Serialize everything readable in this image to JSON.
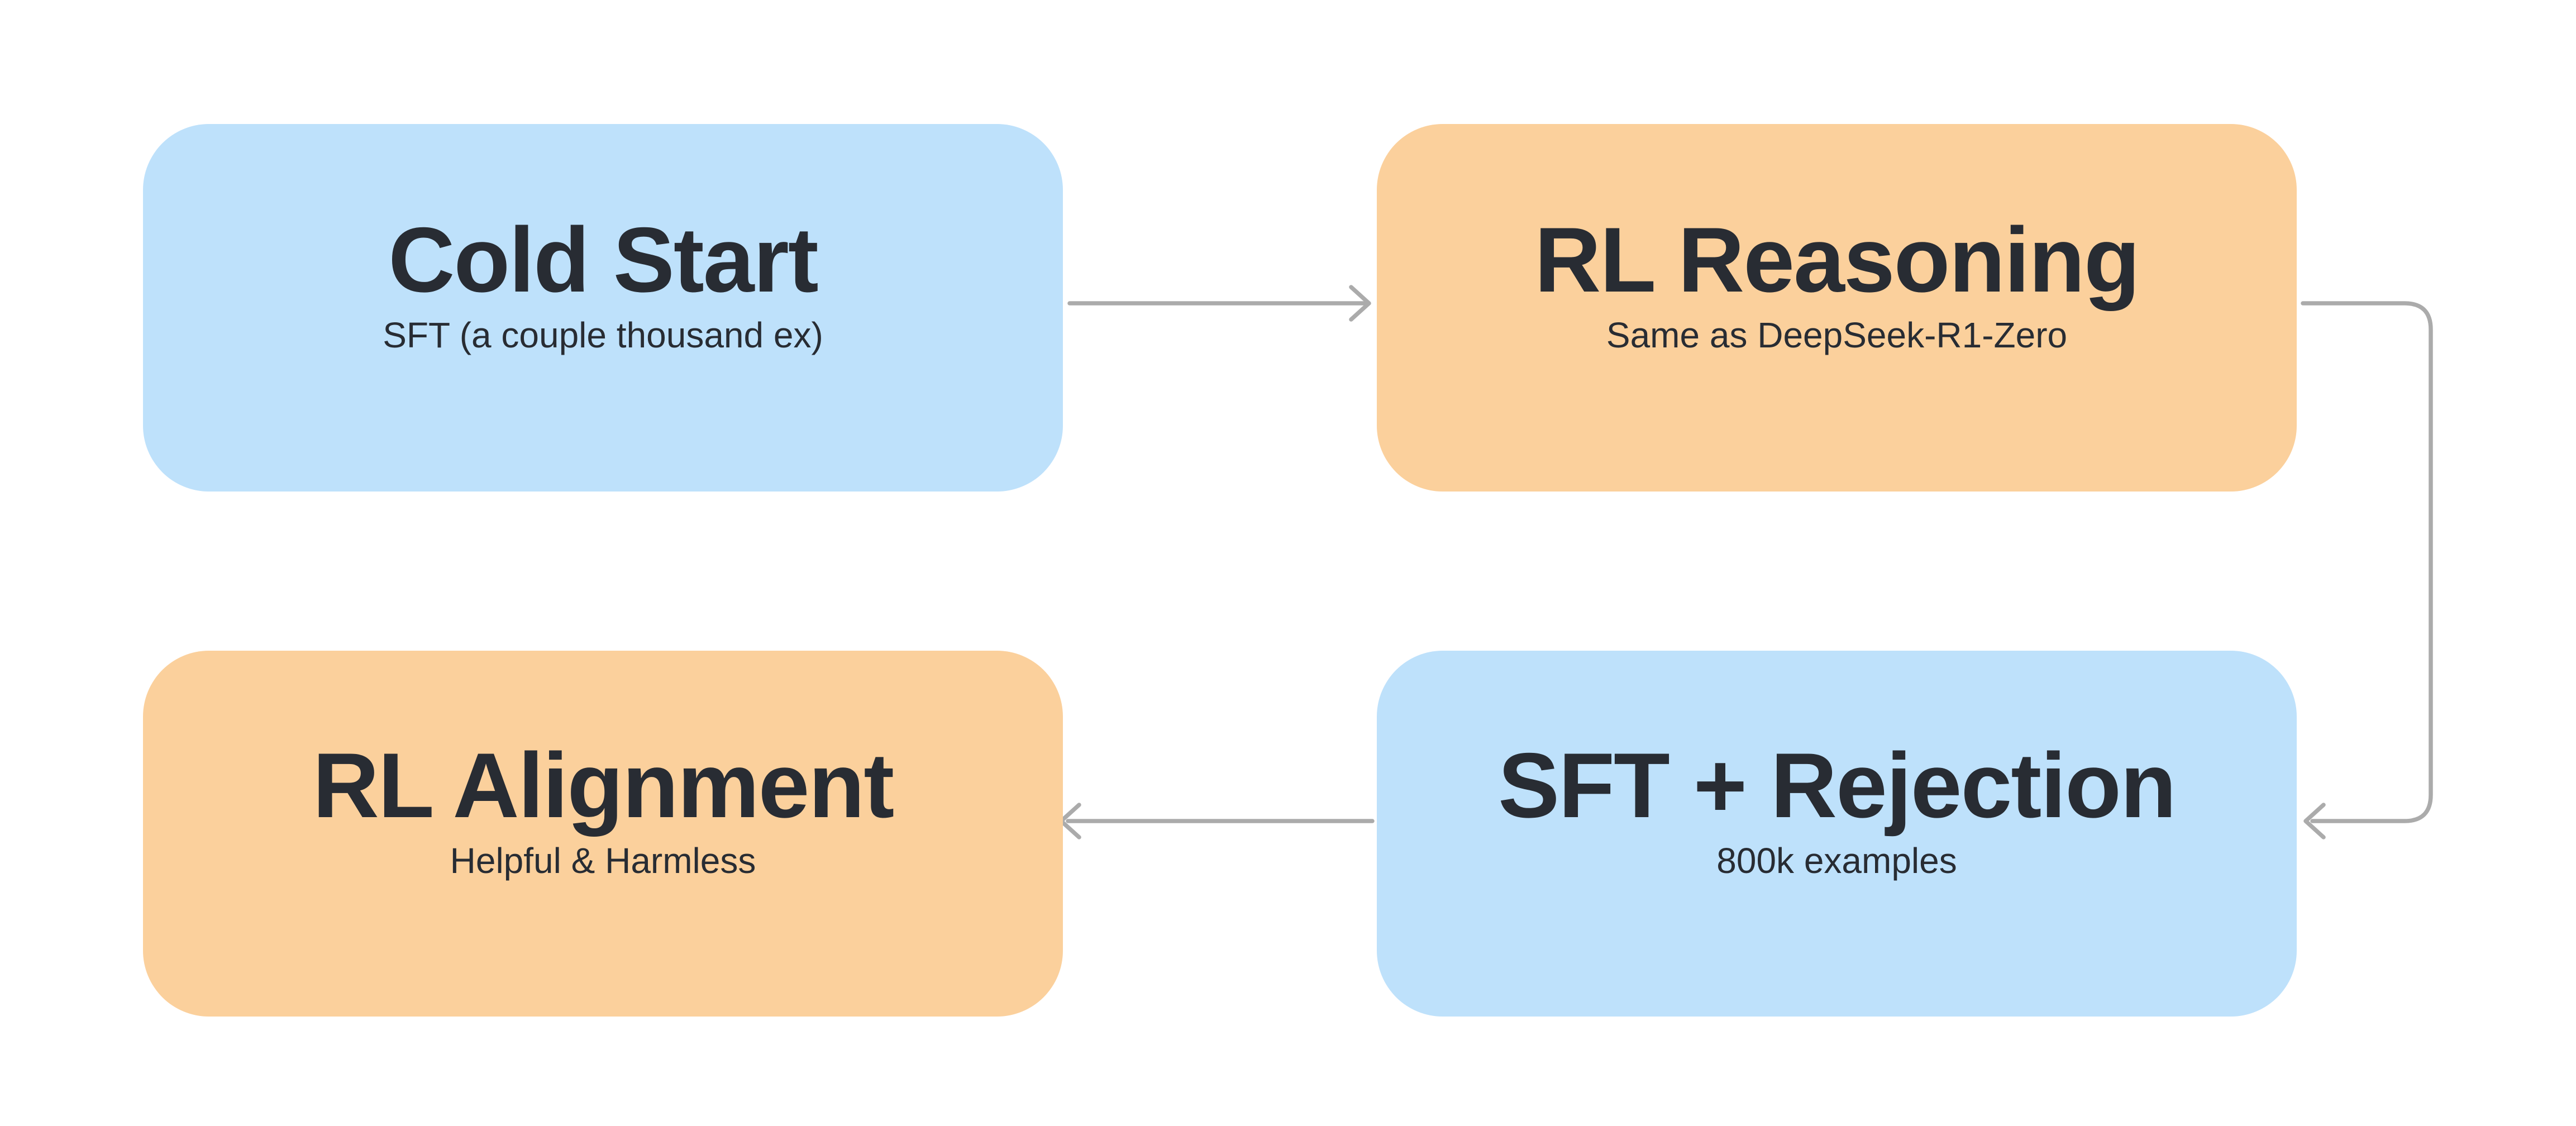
{
  "colors": {
    "background": "#FFFFFF",
    "node_blue": "#BEE1FB",
    "node_orange": "#FBD09C",
    "arrow_gray": "#ABABAB",
    "text_dark": "#282C33"
  },
  "nodes": [
    {
      "id": "cold-start",
      "title": "Cold Start",
      "subtitle": "SFT (a couple thousand ex)",
      "color": "blue"
    },
    {
      "id": "rl-reasoning",
      "title": "RL Reasoning",
      "subtitle": "Same as DeepSeek-R1-Zero",
      "color": "orange"
    },
    {
      "id": "rl-alignment",
      "title": "RL Alignment",
      "subtitle": "Helpful & Harmless",
      "color": "orange"
    },
    {
      "id": "sft-rejection",
      "title": "SFT + Rejection",
      "subtitle": "800k examples",
      "color": "blue"
    }
  ],
  "edges": [
    {
      "from": "cold-start",
      "to": "rl-reasoning"
    },
    {
      "from": "rl-reasoning",
      "to": "sft-rejection"
    },
    {
      "from": "sft-rejection",
      "to": "rl-alignment"
    }
  ]
}
